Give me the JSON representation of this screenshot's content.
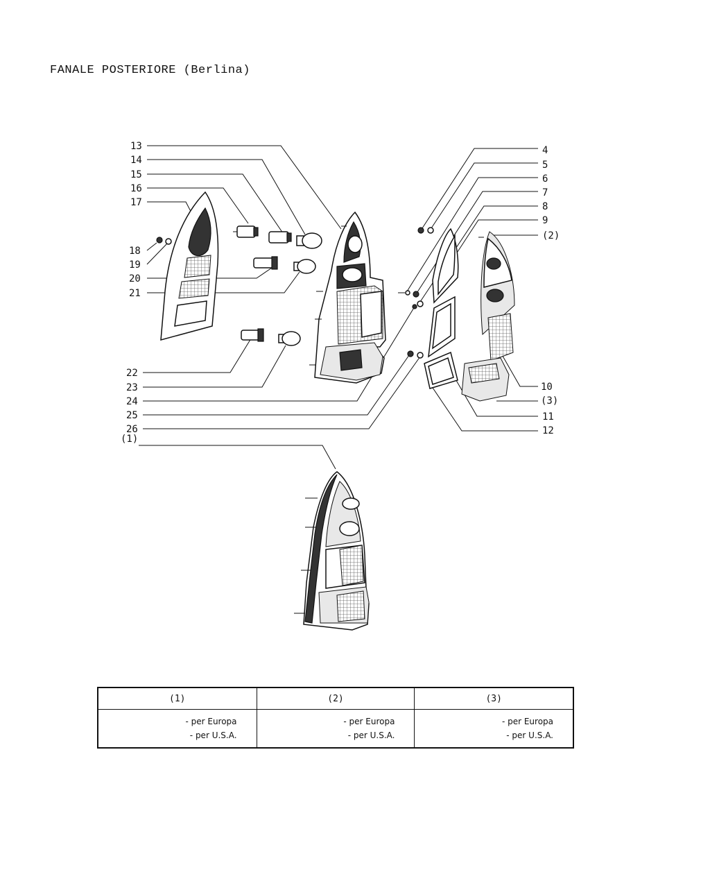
{
  "title": "FANALE POSTERIORE (Berlina)",
  "callouts": {
    "left": [
      "13",
      "14",
      "15",
      "16",
      "17",
      "18",
      "19",
      "20",
      "21",
      "22",
      "23",
      "24",
      "25",
      "26",
      "(1)"
    ],
    "right": [
      "4",
      "5",
      "6",
      "7",
      "8",
      "9",
      "(2)",
      "10",
      "(3)",
      "11",
      "12"
    ]
  },
  "table": {
    "headers": [
      "(1)",
      "(2)",
      "(3)"
    ],
    "rows": [
      [
        "- per Europa",
        "- per Europa",
        "- per Europa"
      ],
      [
        "- per U.S.A.",
        "- per U.S.A.",
        "- per U.S.A."
      ]
    ]
  }
}
